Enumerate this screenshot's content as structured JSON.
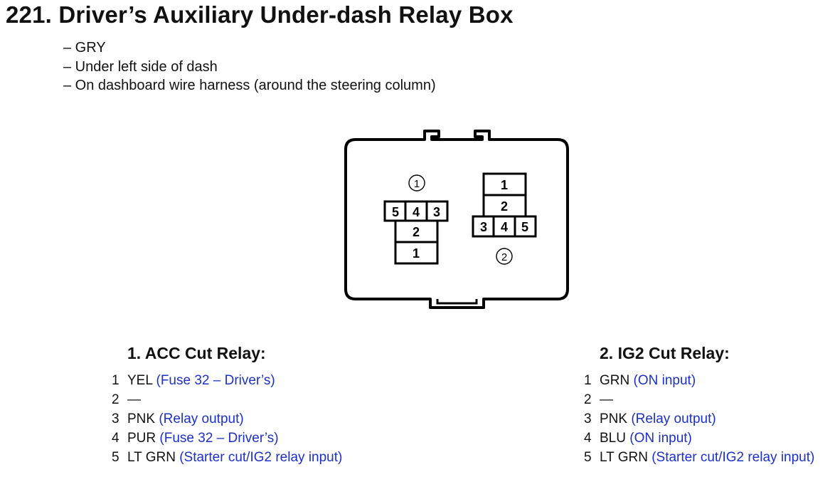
{
  "title": "221. Driver’s Auxiliary Under-dash Relay Box",
  "notes": [
    "– GRY",
    "– Under left side of dash",
    "– On dashboard wire harness (around the steering column)"
  ],
  "diagram": {
    "relay1": {
      "label": "①",
      "top_pins": [
        "5",
        "4",
        "3"
      ],
      "stack_pins": [
        "2",
        "1"
      ]
    },
    "relay2": {
      "label": "②",
      "stack_pins": [
        "1",
        "2"
      ],
      "bottom_pins": [
        "3",
        "4",
        "5"
      ]
    }
  },
  "relays": [
    {
      "heading": "1. ACC Cut Relay:",
      "pins": [
        {
          "num": "1",
          "wire": "YEL",
          "desc": "(Fuse 32 – Driver’s)"
        },
        {
          "num": "2",
          "wire": "—",
          "desc": ""
        },
        {
          "num": "3",
          "wire": "PNK",
          "desc": "(Relay output)"
        },
        {
          "num": "4",
          "wire": "PUR",
          "desc": "(Fuse 32 – Driver’s)"
        },
        {
          "num": "5",
          "wire": "LT GRN",
          "desc": "(Starter cut/IG2 relay input)"
        }
      ]
    },
    {
      "heading": "2. IG2 Cut Relay:",
      "pins": [
        {
          "num": "1",
          "wire": "GRN",
          "desc": "(ON input)"
        },
        {
          "num": "2",
          "wire": "—",
          "desc": ""
        },
        {
          "num": "3",
          "wire": "PNK",
          "desc": "(Relay output)"
        },
        {
          "num": "4",
          "wire": "BLU",
          "desc": "(ON input)"
        },
        {
          "num": "5",
          "wire": "LT GRN",
          "desc": "(Starter cut/IG2 relay input)"
        }
      ]
    }
  ],
  "colors": {
    "text": "#111111",
    "description": "#1c30c8"
  }
}
